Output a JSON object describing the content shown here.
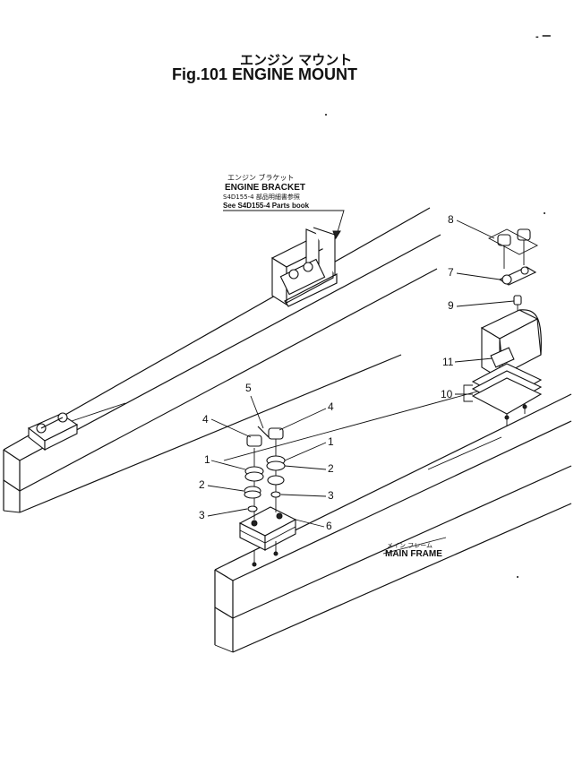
{
  "header": {
    "title_jp": "エンジン マウント",
    "title_en": "Fig.101 ENGINE MOUNT",
    "corner_mark": "- ー"
  },
  "engine_bracket": {
    "label_jp": "エンジン ブラケット",
    "label_en": "ENGINE BRACKET",
    "note_jp": "S4D155-4 部品明細書参照",
    "note_en": "See S4D155-4 Parts book"
  },
  "main_frame": {
    "label_jp": "メイン フレーム",
    "label_en": "MAIN FRAME"
  },
  "callouts": {
    "c1a": "1",
    "c1b": "1",
    "c2a": "2",
    "c2b": "2",
    "c3a": "3",
    "c3b": "3",
    "c4a": "4",
    "c4b": "4",
    "c5": "5",
    "c6": "6",
    "c7": "7",
    "c8": "8",
    "c9": "9",
    "c10": "10",
    "c11": "11"
  }
}
